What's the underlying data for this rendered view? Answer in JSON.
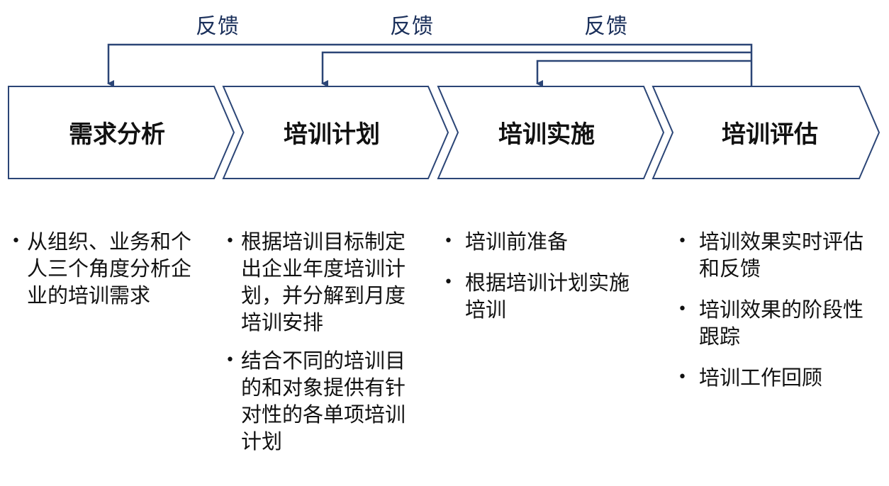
{
  "feedback_labels": [
    "反馈",
    "反馈",
    "反馈"
  ],
  "stages": [
    {
      "title": "需求分析",
      "bullets": [
        "从组织、业务和个人三个角度分析企业的培训需求"
      ]
    },
    {
      "title": "培训计划",
      "bullets": [
        "根据培训目标制定出企业年度培训计划，并分解到月度培训安排",
        "结合不同的培训目的和对象提供有针对性的各单项培训计划"
      ]
    },
    {
      "title": "培训实施",
      "bullets": [
        "培训前准备",
        "根据培训计划实施培训"
      ]
    },
    {
      "title": "培训评估",
      "bullets": [
        "培训效果实时评估和反馈",
        "培训效果的阶段性跟踪",
        "培训工作回顾"
      ]
    }
  ],
  "colors": {
    "outline": "#2b4576",
    "line": "#2b4576",
    "text": "#111111"
  }
}
